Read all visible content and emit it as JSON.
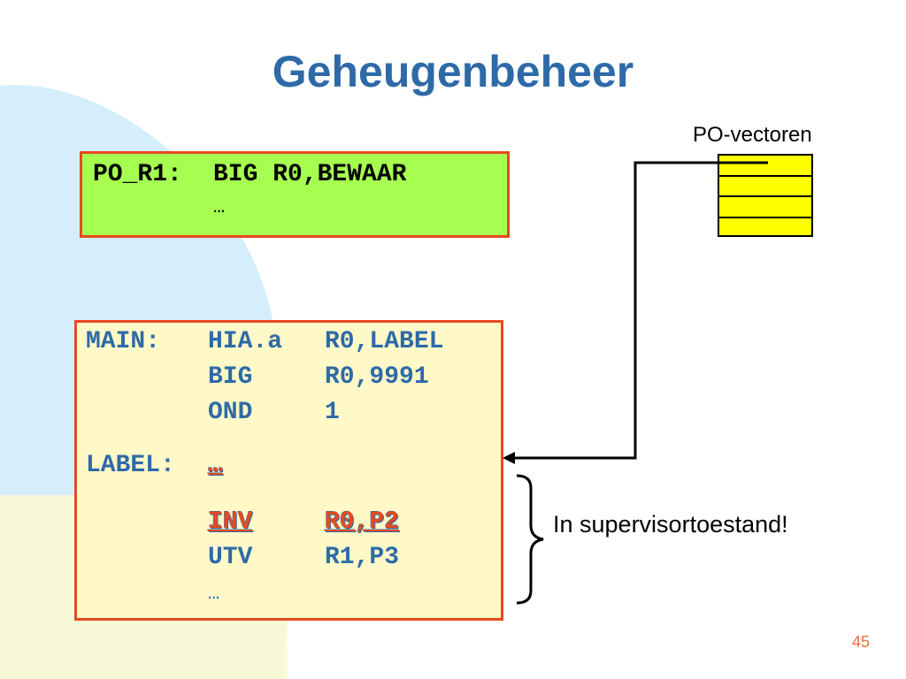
{
  "slide": {
    "title": "Geheugenbeheer",
    "slide_number": "45"
  },
  "top_box": {
    "label": "PO_R1:",
    "instruction": "BIG R0,BEWAAR",
    "ellipsis": "…"
  },
  "po_vectors": {
    "label": "PO-vectoren",
    "row_count": 4
  },
  "main_box": {
    "rows": [
      {
        "label": "MAIN:",
        "op": "HIA.a",
        "args": "R0,LABEL"
      },
      {
        "label": "",
        "op": "BIG",
        "args": "R0,9991"
      },
      {
        "label": "",
        "op": "OND",
        "args": "1"
      },
      {
        "label": "LABEL:",
        "op": "…",
        "args": ""
      },
      {
        "label": "",
        "op": "INV",
        "args": "R0,P2"
      },
      {
        "label": "",
        "op": "UTV",
        "args": "R1,P3"
      },
      {
        "label": "",
        "op": "…",
        "args": ""
      }
    ]
  },
  "annotation": {
    "supervisor": "In supervisortoestand!"
  },
  "colors": {
    "title": "#2e6aa8",
    "box_border": "#e84a1e",
    "top_box_fill": "#a6ff50",
    "main_box_fill": "#fff9c8",
    "vector_fill": "#ffff00",
    "background_blob": "#d4eefc",
    "background_strip": "#fffacd"
  }
}
